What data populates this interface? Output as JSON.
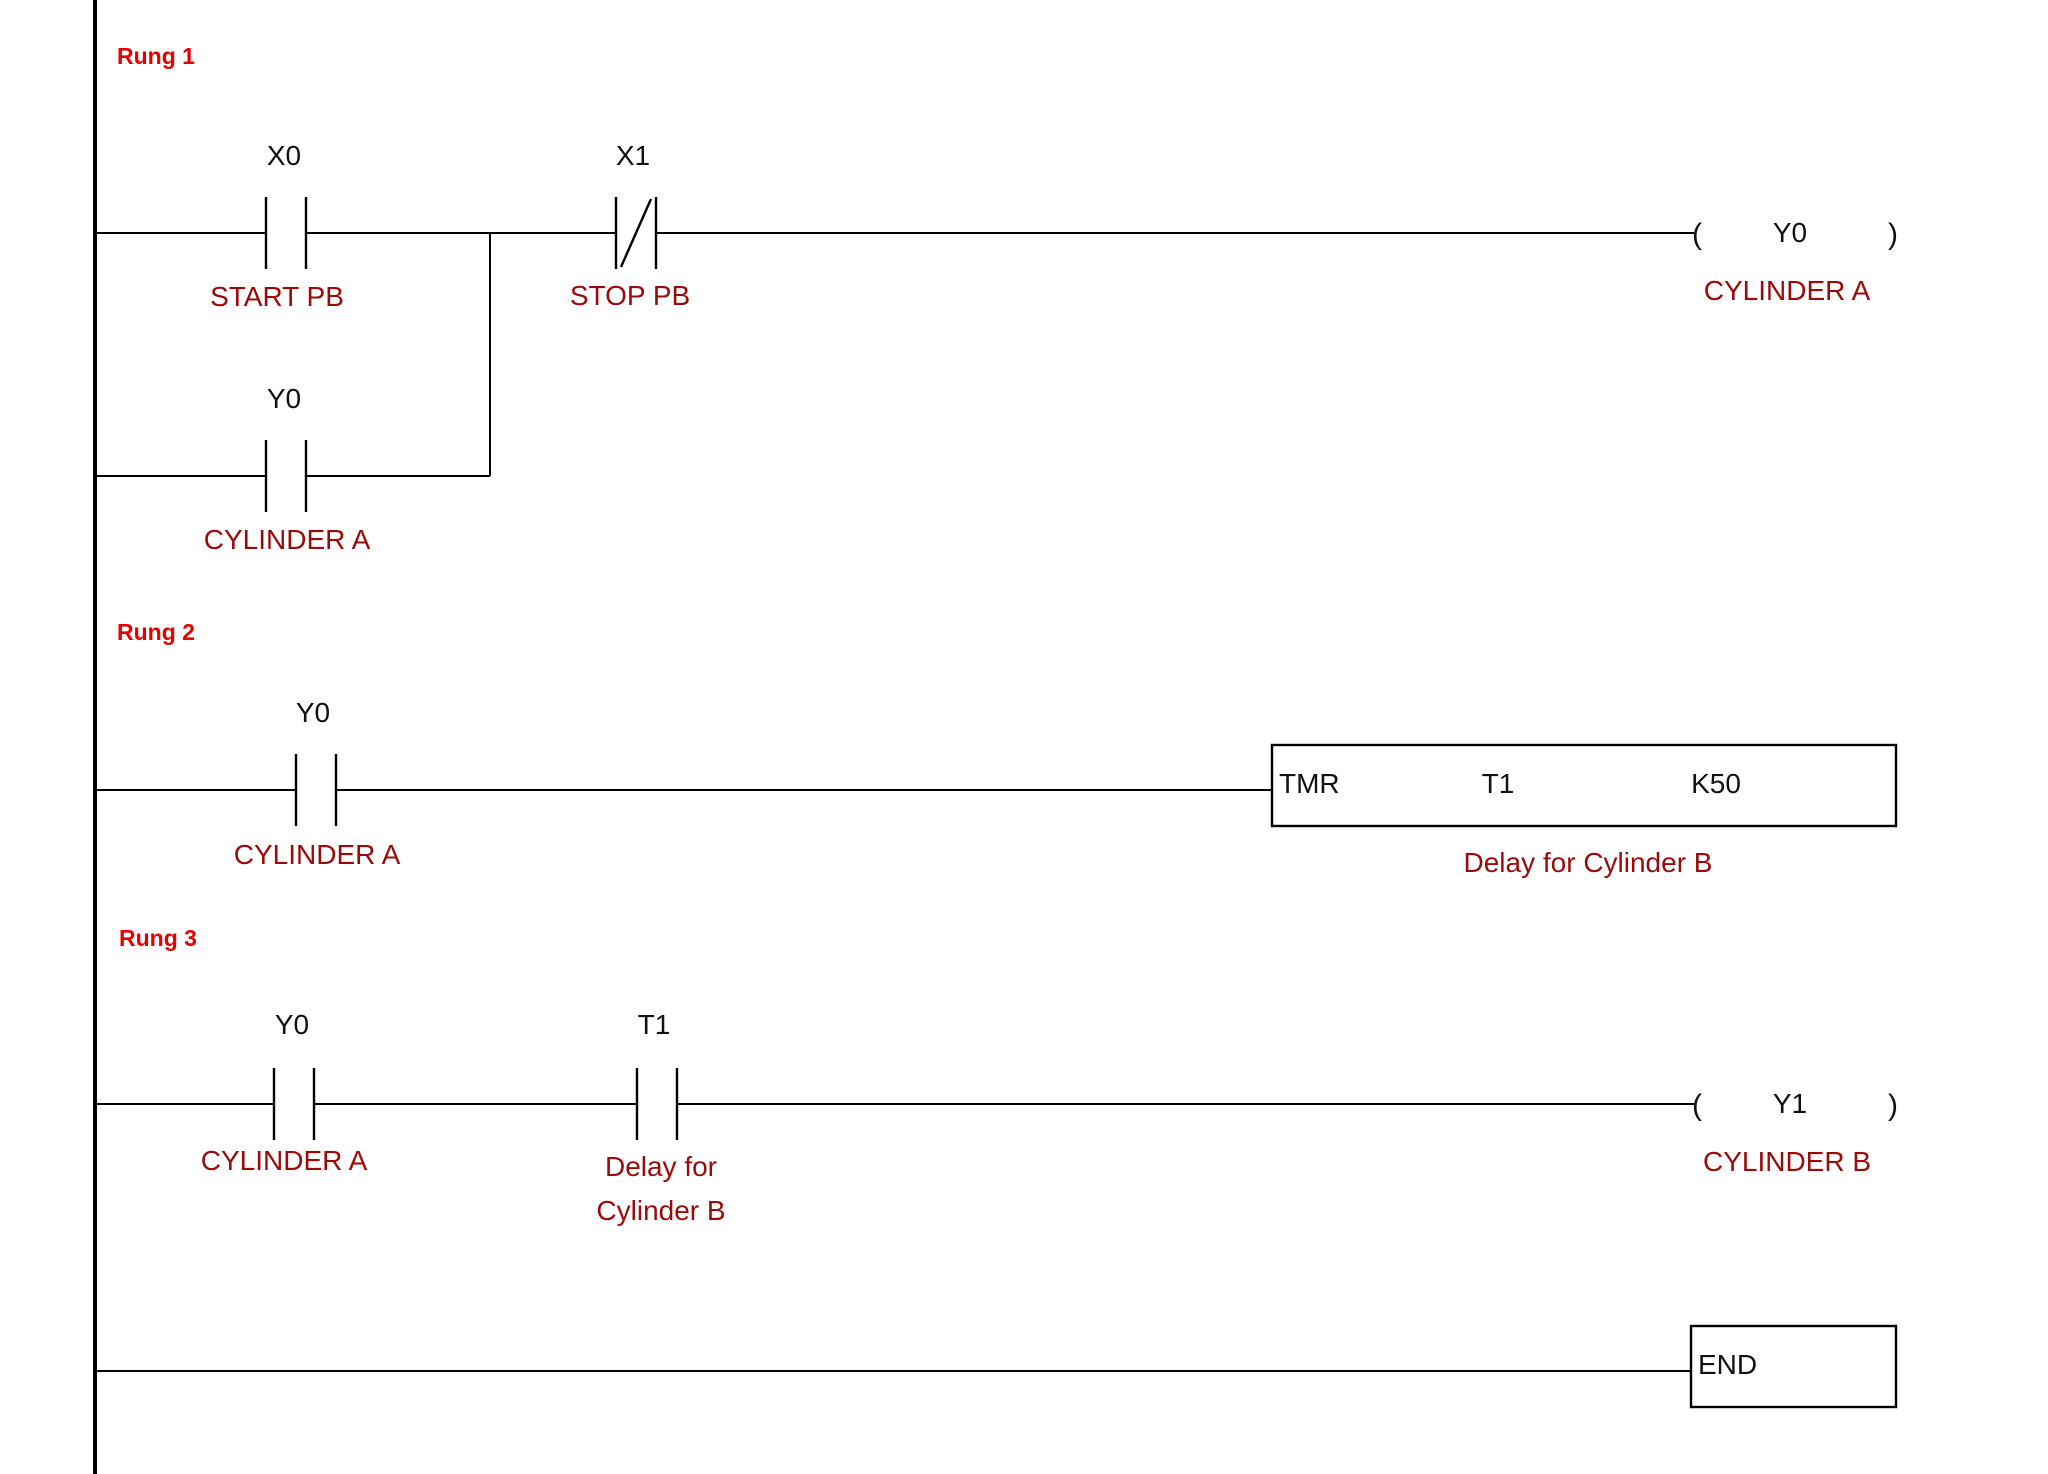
{
  "rung1": {
    "label": "Rung 1",
    "x0_addr": "X0",
    "x0_desc": "START PB",
    "x1_addr": "X1",
    "x1_desc": "STOP PB",
    "latch_addr": "Y0",
    "latch_desc": "CYLINDER A",
    "coil_addr": "Y0",
    "coil_desc": "CYLINDER A"
  },
  "rung2": {
    "label": "Rung 2",
    "contact_addr": "Y0",
    "contact_desc": "CYLINDER A",
    "timer_instr": "TMR",
    "timer_name": "T1",
    "timer_preset": "K50",
    "timer_desc": "Delay for Cylinder B"
  },
  "rung3": {
    "label": "Rung 3",
    "contact1_addr": "Y0",
    "contact1_desc": "CYLINDER A",
    "contact2_addr": "T1",
    "contact2_desc_line1": "Delay for",
    "contact2_desc_line2": "Cylinder B",
    "coil_addr": "Y1",
    "coil_desc": "CYLINDER B"
  },
  "end_label": "END",
  "colors": {
    "rung_label": "#e60000",
    "description": "#9b0a0a",
    "address": "#111111",
    "wire": "#000000"
  }
}
